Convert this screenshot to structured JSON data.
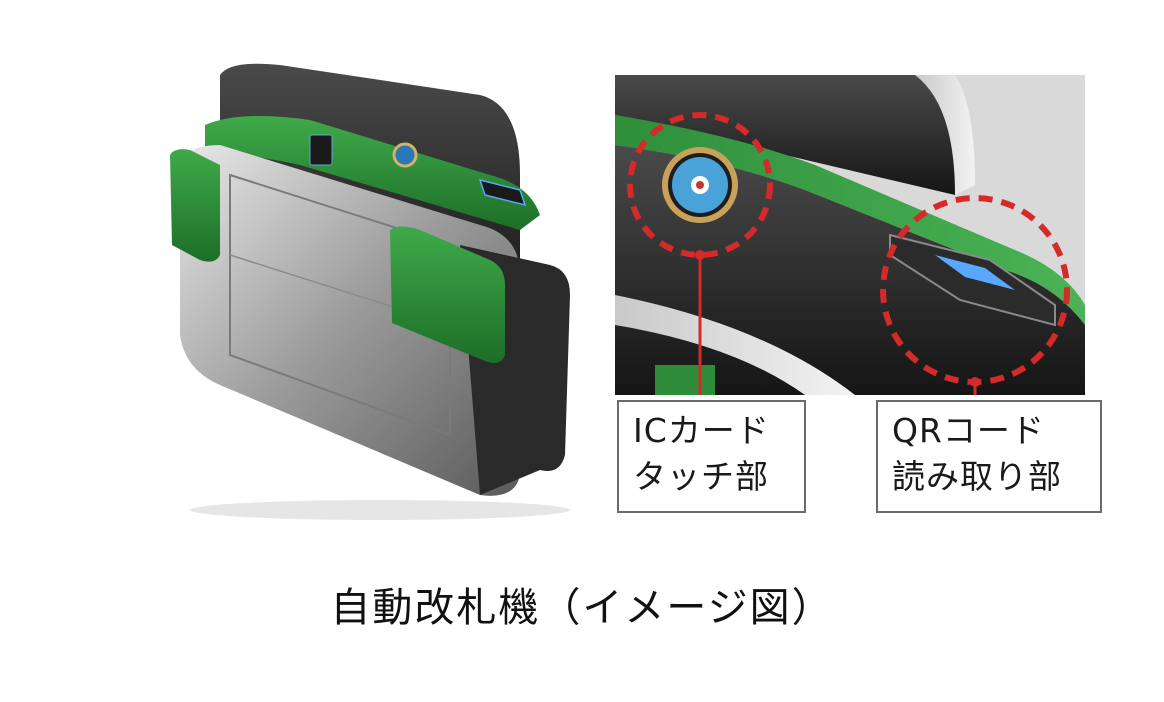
{
  "callouts": {
    "ic_card": "ICカード\nタッチ部",
    "qr_code": "QRコード\n読み取り部"
  },
  "caption": "自動改札機（イメージ図）",
  "colors": {
    "body_dark": "#2a2a2a",
    "accent_green": "#2e8b3a",
    "steel": "#a8a8a8",
    "highlight_red": "#d42a2a"
  },
  "icons": [
    "ic-card-reader-icon",
    "qr-reader-icon"
  ]
}
